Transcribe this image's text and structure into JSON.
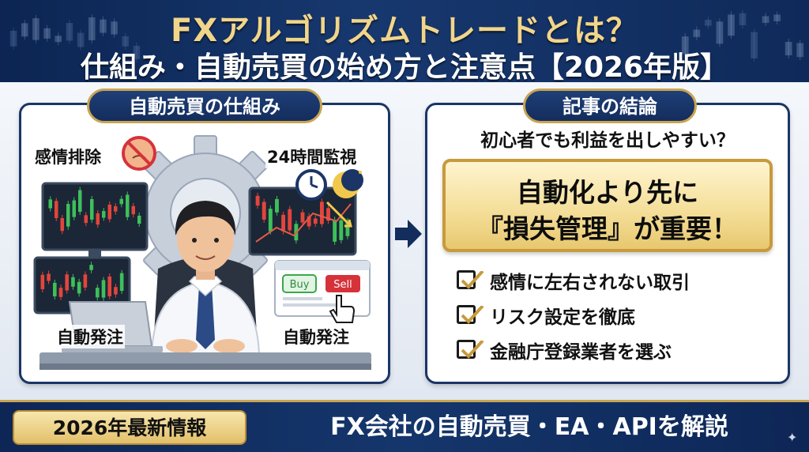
{
  "header": {
    "title_line1": "FXアルゴリズムトレードとは？",
    "title_line2": "仕組み・自動売買の始め方と注意点【2026年版】"
  },
  "left_panel": {
    "tag": "自動売買の仕組み",
    "emotion_label": "感情排除",
    "monitoring_label": "24時間監視",
    "auto_order_left": "自動発注",
    "auto_order_right": "自動発注",
    "buy_label": "Buy",
    "sell_label": "Sell"
  },
  "right_panel": {
    "tag": "記事の結論",
    "question": "初心者でも利益を出しやすい？",
    "conclusion_line1": "自動化より先に",
    "conclusion_line2": "『損失管理』が重要！",
    "checklist": [
      "感情に左右されない取引",
      "リスク設定を徹底",
      "金融庁登録業者を選ぶ"
    ]
  },
  "footer": {
    "badge": "2026年最新情報",
    "text": "FX会社の自動売買・EA・APIを解説"
  },
  "icons": {
    "gear": "gear-icon",
    "clock": "clock-icon",
    "moon": "moon-icon",
    "no_emotion": "no-emotion-icon",
    "arrow": "arrow-right-icon",
    "checkbox": "checkbox-icon",
    "cursor": "hand-cursor-icon"
  },
  "colors": {
    "navy": "#132d5c",
    "gold": "#c9a552",
    "buy_green": "#3aa84d",
    "sell_red": "#d6323a"
  }
}
